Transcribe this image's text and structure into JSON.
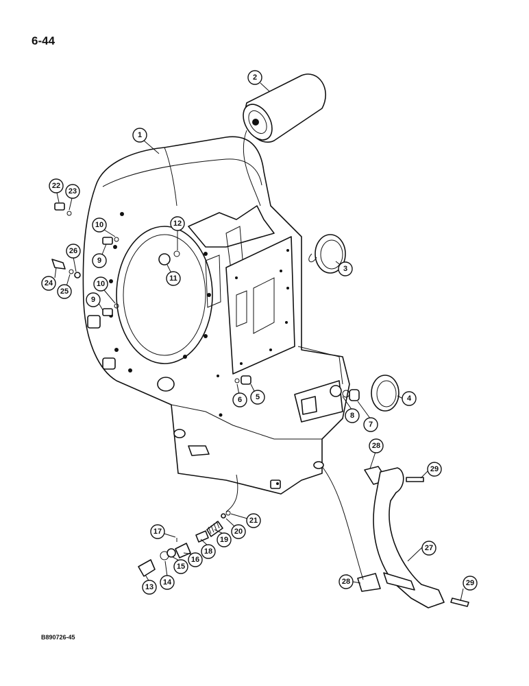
{
  "page_number": "6-44",
  "figure_code": "B890726-45",
  "callouts": [
    "1",
    "2",
    "3",
    "4",
    "5",
    "6",
    "7",
    "8",
    "9",
    "9",
    "10",
    "10",
    "11",
    "12",
    "13",
    "14",
    "15",
    "16",
    "17",
    "18",
    "19",
    "20",
    "21",
    "22",
    "23",
    "24",
    "25",
    "26",
    "27",
    "28",
    "28",
    "29",
    "29"
  ]
}
